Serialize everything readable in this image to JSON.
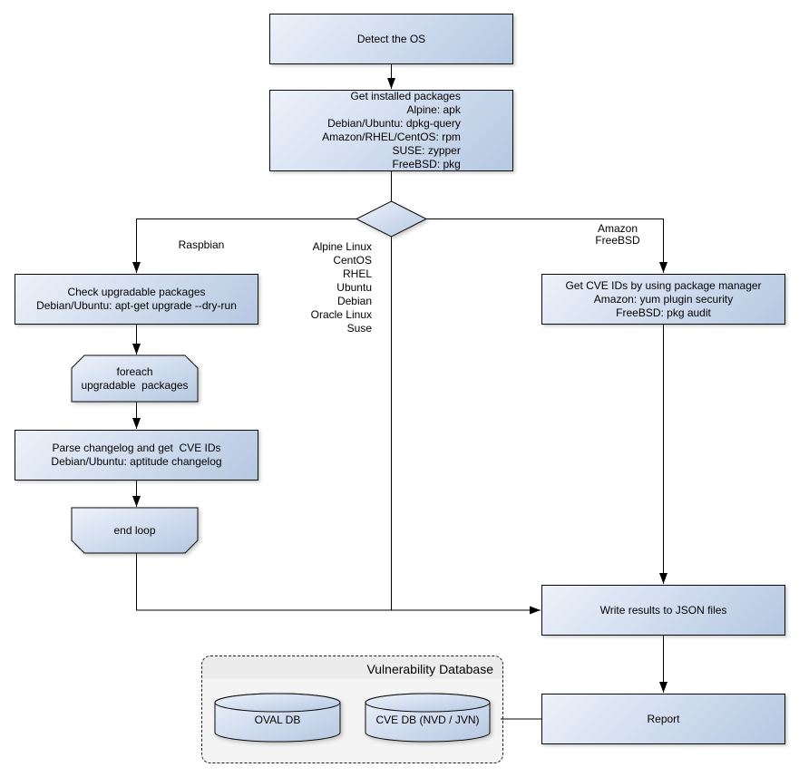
{
  "nodes": {
    "detect_os": {
      "label": "Detect the OS"
    },
    "get_installed_packages": {
      "lines": [
        "Get installed packages",
        "Alpine: apk",
        "Debian/Ubuntu: dpkg-query",
        "Amazon/RHEL/CentOS: rpm",
        "SUSE: zypper",
        "FreeBSD: pkg"
      ]
    },
    "check_upgradable": {
      "lines": [
        "Check upgradable packages",
        "Debian/Ubuntu: apt-get upgrade --dry-run"
      ]
    },
    "foreach_loop": {
      "lines": [
        "foreach",
        "upgradable  packages"
      ]
    },
    "parse_changelog": {
      "lines": [
        "Parse changelog and get  CVE IDs",
        "Debian/Ubuntu: aptitude changelog"
      ]
    },
    "end_loop": {
      "label": "end loop"
    },
    "get_cve_ids": {
      "lines": [
        "Get CVE IDs by using package manager",
        "Amazon: yum plugin security",
        "FreeBSD: pkg audit"
      ]
    },
    "write_json": {
      "label": "Write results to JSON files"
    },
    "report": {
      "label": "Report"
    },
    "oval_db": {
      "label": "OVAL DB"
    },
    "cve_db": {
      "label": "CVE DB (NVD / JVN)"
    }
  },
  "edge_labels": {
    "raspbian": "Raspbian",
    "middle_os_list": [
      "Alpine Linux",
      "CentOS",
      "RHEL",
      "Ubuntu",
      "Debian",
      "Oracle Linux",
      "Suse"
    ],
    "amazon_freebsd": [
      "Amazon",
      "FreeBSD"
    ]
  },
  "group": {
    "title": "Vulnerability Database"
  },
  "colors": {
    "node_gradient_light": "#edf2fa",
    "node_gradient_dark": "#b5c8e1",
    "node_border": "#0a0a0a",
    "connector": "#000000",
    "group_fill_top": "#ececec",
    "group_fill_body": "#f4f4f4",
    "group_border": "#222222"
  }
}
